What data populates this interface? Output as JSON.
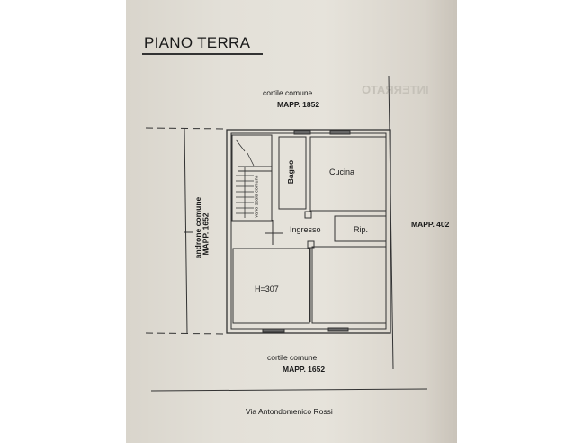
{
  "plan": {
    "title": "PIANO TERRA",
    "ghost_title": "INTERRATO",
    "north": {
      "label": "cortile comune",
      "mapp": "MAPP. 1852"
    },
    "south": {
      "label": "cortile comune",
      "mapp": "MAPP. 1652"
    },
    "west": {
      "label": "androne comune",
      "mapp": "MAPP. 1652"
    },
    "east": {
      "mapp": "MAPP. 402"
    },
    "street": "Via Antondomenico Rossi",
    "rooms": {
      "bagno": "Bagno",
      "cucina": "Cucina",
      "ingresso": "Ingresso",
      "ripostiglio": "Rip.",
      "stair": "vano scala comune",
      "height": "H=307"
    }
  }
}
